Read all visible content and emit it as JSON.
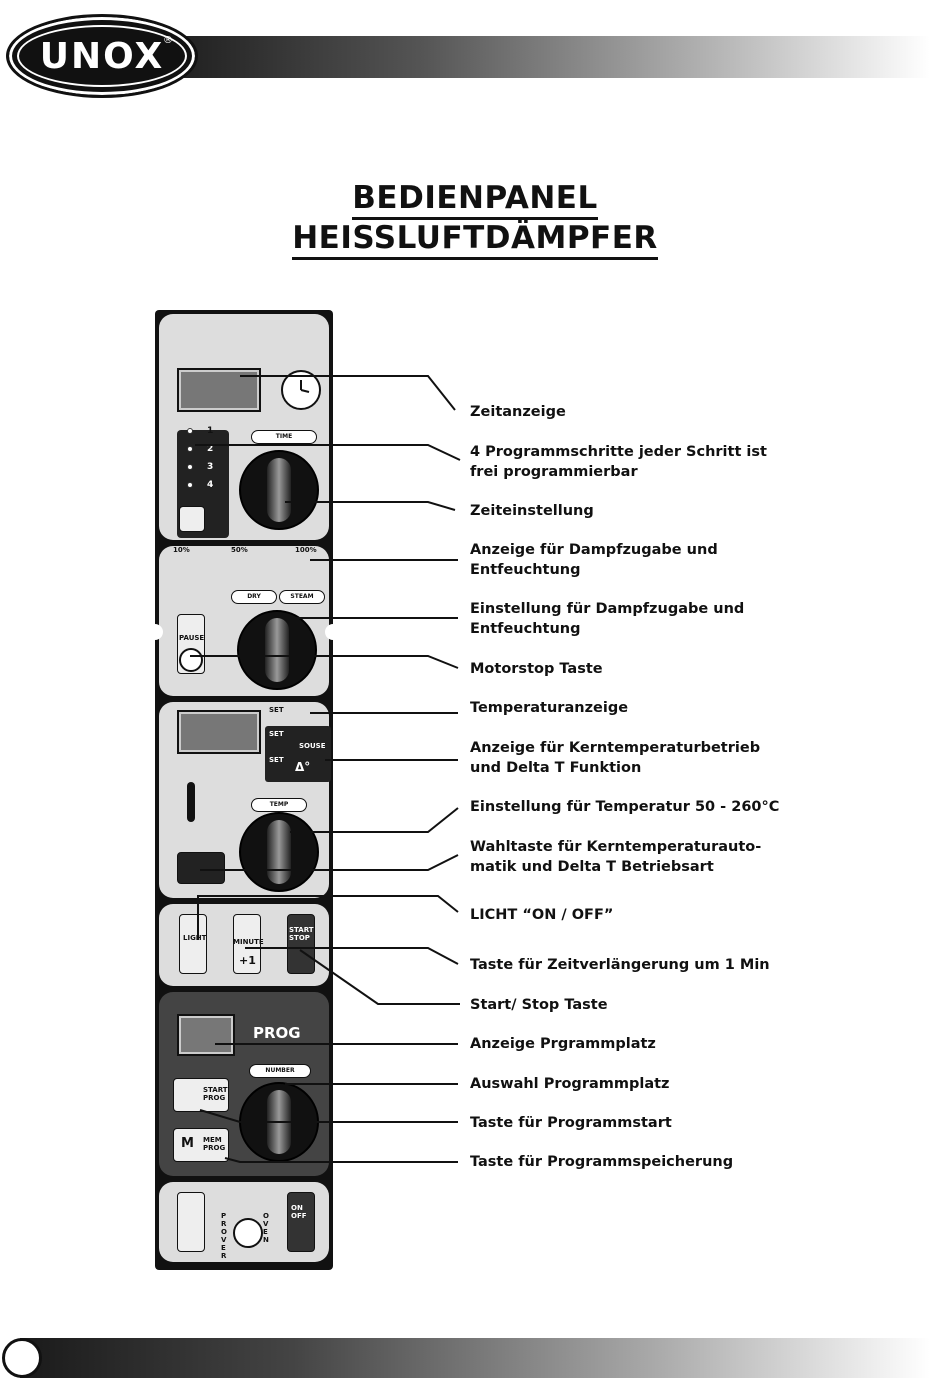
{
  "brand": {
    "logo_text": "UNOX",
    "registered": "®"
  },
  "title": {
    "line1": "BEDIENPANEL",
    "line2": "HEISSLUFTDÄMPFER"
  },
  "panel": {
    "program_steps": [
      "1",
      "2",
      "3",
      "4"
    ],
    "time_arc": "TIME",
    "humidity_scale": {
      "low": "10%",
      "mid": "50%",
      "high": "100%"
    },
    "dry_label": "DRY",
    "steam_label": "STEAM",
    "pause_label": "PAUSE",
    "set_label": "SET",
    "probe_label": "SOUSE",
    "delta_label": "Δ°",
    "temp_arc": "TEMP",
    "light_label": "LIGHT",
    "minute_label": "MINUTE",
    "plus_one": "+1",
    "start_stop_label": "START STOP",
    "prog_label": "PROG",
    "number_arc": "NUMBER",
    "start_prog_label": "START PROG",
    "mem_label": "M",
    "mem_prog_label": "MEM PROG",
    "prover_label": "PROVER",
    "oven_label": "OVEN",
    "on_off_label": "ON OFF"
  },
  "labels": [
    {
      "line1": "Zeitanzeige"
    },
    {
      "line1": "4 Programmschritte jeder Schritt ist",
      "line2": "frei programmierbar"
    },
    {
      "line1": "Zeiteinstellung"
    },
    {
      "line1": "Anzeige für Dampfzugabe und",
      "line2": "Entfeuchtung"
    },
    {
      "line1": "Einstellung für Dampfzugabe und",
      "line2": "Entfeuchtung"
    },
    {
      "line1": "Motorstop Taste"
    },
    {
      "line1": "Temperaturanzeige"
    },
    {
      "line1": "Anzeige für Kerntemperaturbetrieb",
      "line2": "und Delta T Funktion"
    },
    {
      "line1": "Einstellung für Temperatur 50 - 260°C"
    },
    {
      "line1": "Wahltaste für Kerntemperaturauto-",
      "line2": "matik und Delta T Betriebsart"
    },
    {
      "line1": "LICHT “ON / OFF”"
    },
    {
      "line1": "Taste für Zeitverlängerung um 1 Min"
    },
    {
      "line1": "Start/ Stop Taste"
    },
    {
      "line1": "Anzeige Prgrammplatz"
    },
    {
      "line1": "Auswahl Programmplatz"
    },
    {
      "line1": "Taste für Programmstart"
    },
    {
      "line1": "Taste für Programmspeicherung"
    }
  ]
}
